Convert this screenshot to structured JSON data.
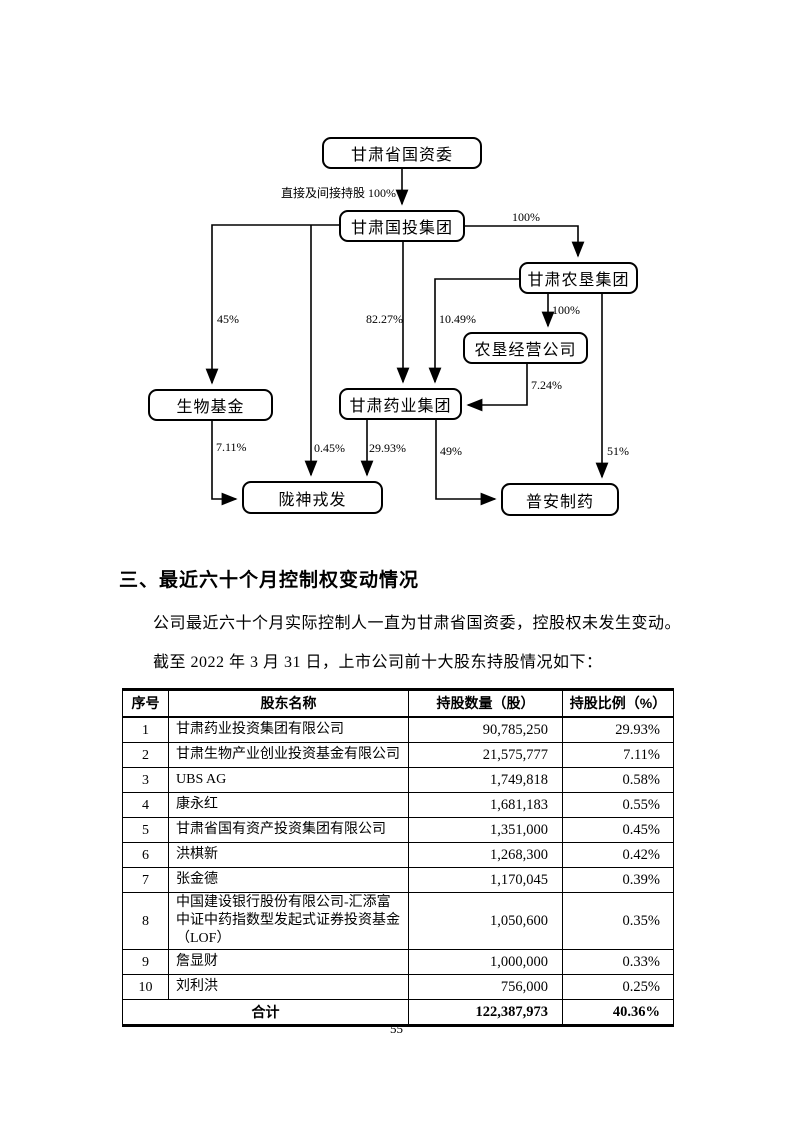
{
  "diagram": {
    "nodes": {
      "guoziwei": "甘肃省国资委",
      "guotou": "甘肃国投集团",
      "nongken": "甘肃农垦集团",
      "nongken_jingying": "农垦经营公司",
      "shengwu_jijin": "生物基金",
      "yaoye": "甘肃药业集团",
      "longshen": "陇神戎发",
      "puan": "普安制药"
    },
    "edge_labels": {
      "direct_100": "直接及间接持股 100%",
      "pct_100_right": "100%",
      "pct_45": "45%",
      "pct_82_27": "82.27%",
      "pct_10_49": "10.49%",
      "pct_100_nk": "100%",
      "pct_7_24": "7.24%",
      "pct_7_11": "7.11%",
      "pct_0_45": "0.45%",
      "pct_29_93": "29.93%",
      "pct_49": "49%",
      "pct_51": "51%"
    }
  },
  "section": {
    "heading": "三、最近六十个月控制权变动情况",
    "para1": "公司最近六十个月实际控制人一直为甘肃省国资委，控股权未发生变动。",
    "para2": "截至 2022 年 3 月 31 日，上市公司前十大股东持股情况如下："
  },
  "table": {
    "headers": [
      "序号",
      "股东名称",
      "持股数量（股）",
      "持股比例（%）"
    ],
    "rows": [
      {
        "no": "1",
        "name": "甘肃药业投资集团有限公司",
        "shares": "90,785,250",
        "ratio": "29.93%"
      },
      {
        "no": "2",
        "name": "甘肃生物产业创业投资基金有限公司",
        "shares": "21,575,777",
        "ratio": "7.11%"
      },
      {
        "no": "3",
        "name": "UBS AG",
        "shares": "1,749,818",
        "ratio": "0.58%"
      },
      {
        "no": "4",
        "name": "康永红",
        "shares": "1,681,183",
        "ratio": "0.55%"
      },
      {
        "no": "5",
        "name": "甘肃省国有资产投资集团有限公司",
        "shares": "1,351,000",
        "ratio": "0.45%"
      },
      {
        "no": "6",
        "name": "洪棋新",
        "shares": "1,268,300",
        "ratio": "0.42%"
      },
      {
        "no": "7",
        "name": "张金德",
        "shares": "1,170,045",
        "ratio": "0.39%"
      },
      {
        "no": "8",
        "name": "中国建设银行股份有限公司-汇添富中证中药指数型发起式证券投资基金（LOF）",
        "shares": "1,050,600",
        "ratio": "0.35%"
      },
      {
        "no": "9",
        "name": "詹显财",
        "shares": "1,000,000",
        "ratio": "0.33%"
      },
      {
        "no": "10",
        "name": "刘利洪",
        "shares": "756,000",
        "ratio": "0.25%"
      }
    ],
    "total": {
      "label": "合计",
      "shares": "122,387,973",
      "ratio": "40.36%"
    }
  },
  "footer": {
    "page_number": "55"
  }
}
